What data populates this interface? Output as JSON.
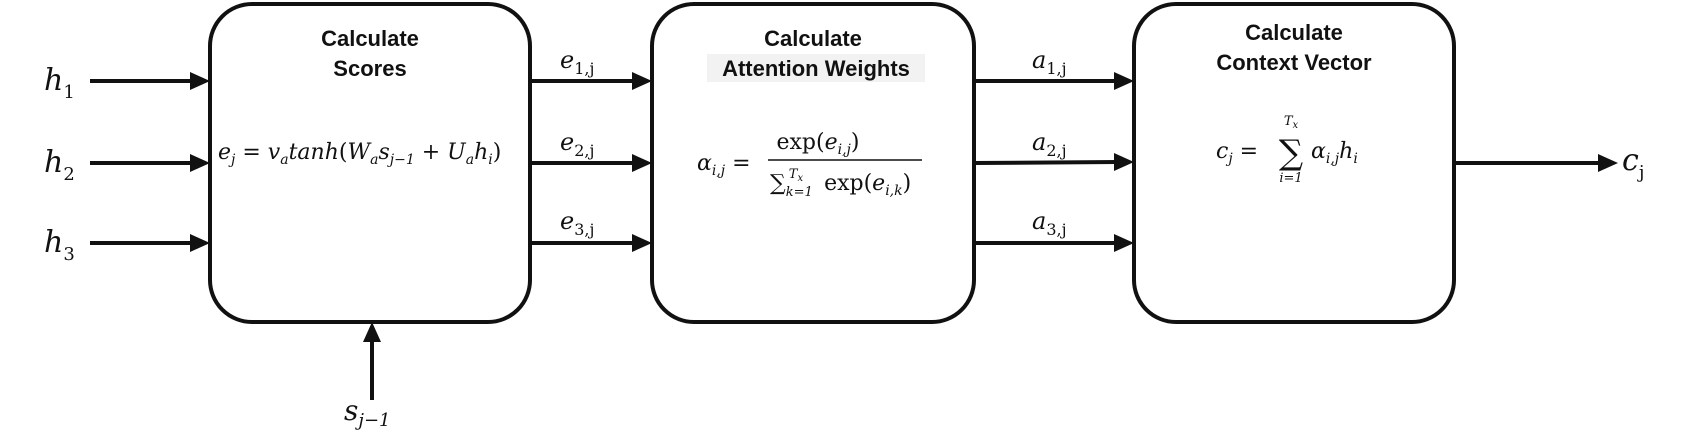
{
  "inputs": {
    "h1": "h",
    "h1_sub": "1",
    "h2": "h",
    "h2_sub": "2",
    "h3": "h",
    "h3_sub": "3",
    "s_prev": "s",
    "s_prev_sub": "j−1"
  },
  "boxes": {
    "scores": {
      "title_line1": "Calculate",
      "title_line2": "Scores",
      "formula": "e_j = v_a tanh(W_a s_{j−1} + U_a h_i)"
    },
    "weights": {
      "title_line1": "Calculate",
      "title_line2": "Attention Weights",
      "formula": "α_{i,j} = exp(e_{i,j}) / Σ_{k=1}^{T_x} exp(e_{i,k})"
    },
    "context": {
      "title_line1": "Calculate",
      "title_line2": "Context Vector",
      "formula": "c_j = Σ_{i=1}^{T_x} α_{i,j} h_i"
    }
  },
  "edges": {
    "e1": "e",
    "e1_sub": "1,j",
    "e2": "e",
    "e2_sub": "2,j",
    "e3": "e",
    "e3_sub": "3,j",
    "a1": "a",
    "a1_sub": "1,j",
    "a2": "a",
    "a2_sub": "2,j",
    "a3": "a",
    "a3_sub": "3,j"
  },
  "output": {
    "c": "c",
    "c_sub": "j"
  }
}
